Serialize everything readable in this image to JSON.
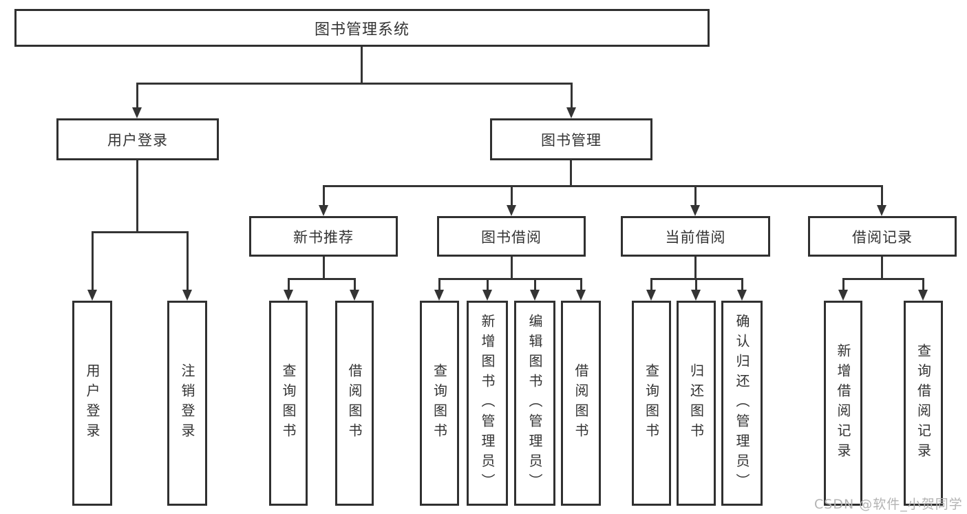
{
  "root": {
    "label": "图书管理系统"
  },
  "level2": {
    "user_login": "用户登录",
    "book_mgmt": "图书管理"
  },
  "level3": {
    "recommend": "新书推荐",
    "borrow": "图书借阅",
    "current": "当前借阅",
    "records": "借阅记录"
  },
  "leaves": {
    "login": [
      "用户登录",
      "注销登录"
    ],
    "recommend": [
      "查询图书",
      "借阅图书"
    ],
    "borrow": [
      "查询图书",
      "新增图书（管理员）",
      "编辑图书（管理员）",
      "借阅图书"
    ],
    "current": [
      "查询图书",
      "归还图书",
      "确认归还（管理员）"
    ],
    "records": [
      "新增借阅记录",
      "查询借阅记录"
    ]
  },
  "watermark": "CSDN @软件_小贺同学",
  "colors": {
    "line": "#343434",
    "box_border": "#303030",
    "text": "#333333",
    "watermark": "#b3b3b3",
    "background": "#ffffff"
  }
}
